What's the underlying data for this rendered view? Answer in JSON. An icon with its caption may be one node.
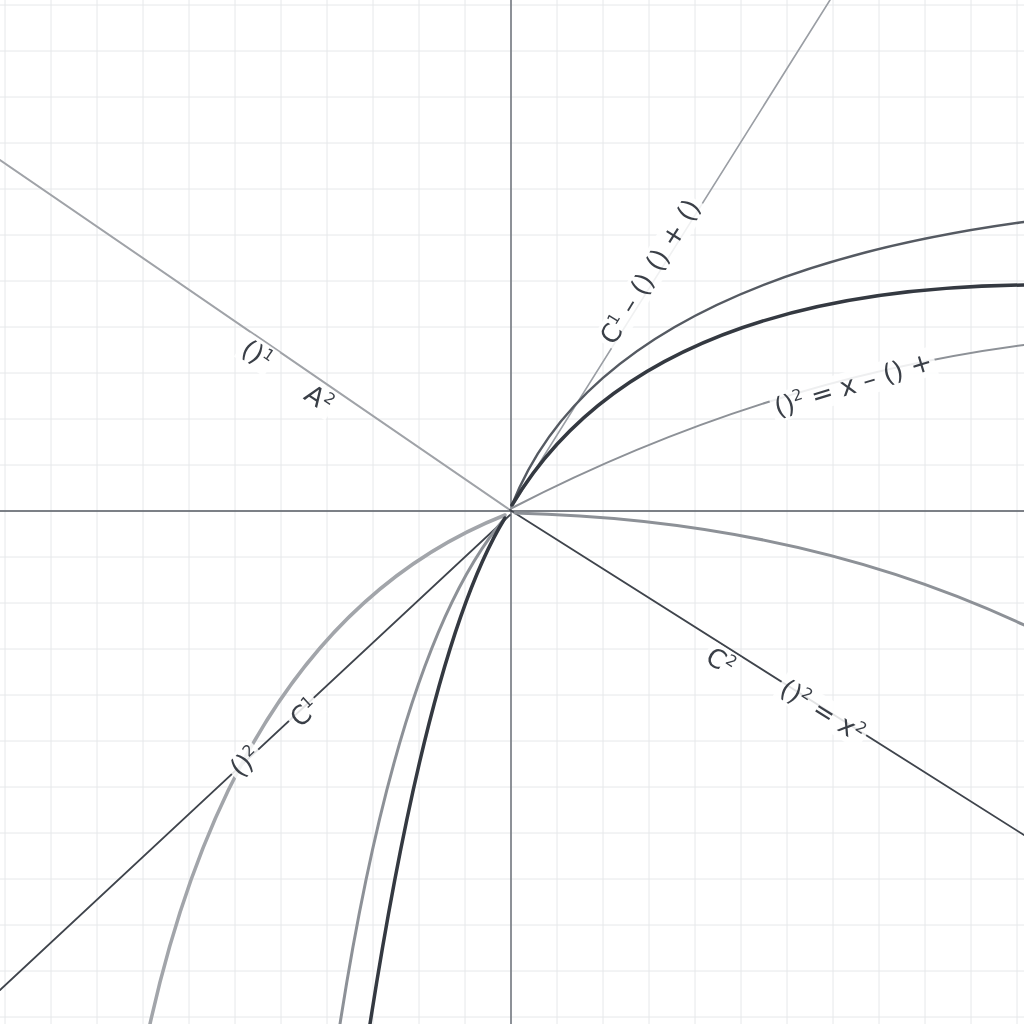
{
  "diagram": {
    "labels": [
      "()$^{1}$",
      "A$^{2}$",
      "C$^{1}$ – () () + ()",
      "()$^{2}$ = x – () +",
      "C$^{2}$",
      "()$^{2}$ = x$^{2}$",
      "()$^{2}$",
      "C$^{1}$"
    ]
  }
}
